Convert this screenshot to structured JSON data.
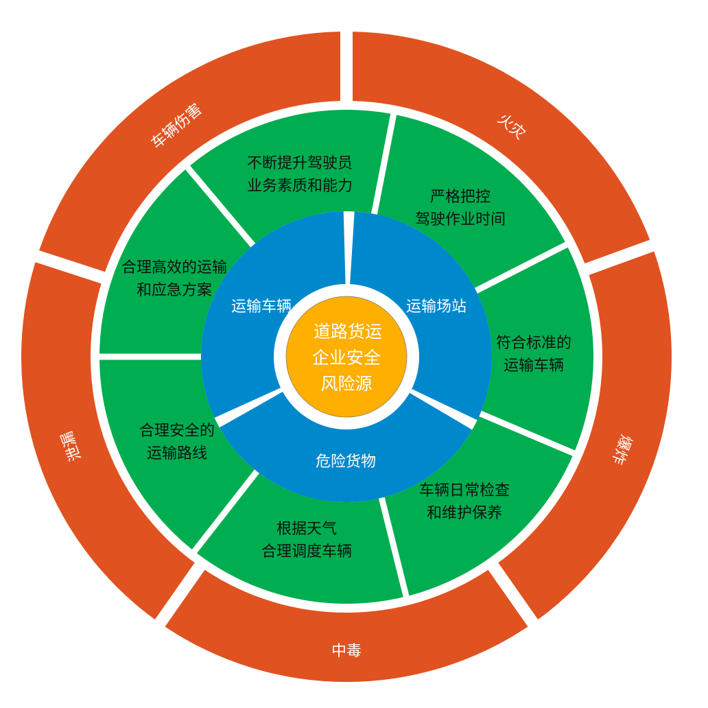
{
  "title": "道路货运企业安全风险源",
  "colors": {
    "outer_ring": "#E05220",
    "middle_ring": "#00AD50",
    "inner_ring": "#0088CC",
    "center": "#FFAF00",
    "gap": "#FFFFFF",
    "dark_text": "#111111",
    "light_text": "#FFFFFF"
  },
  "center": {
    "lines": [
      "道路货运",
      "企业安全",
      "风险源"
    ]
  },
  "inner_ring": {
    "segments": [
      {
        "label": "运输场站",
        "start": 1,
        "end": 118
      },
      {
        "label": "危险货物",
        "start": 118,
        "end": 243
      },
      {
        "label": "运输车辆",
        "start": 243,
        "end": 361
      }
    ]
  },
  "middle_ring": {
    "segments": [
      {
        "lines": [
          "不断提升驾驶员",
          "业务素质和能力"
        ],
        "start": -40,
        "end": 11
      },
      {
        "lines": [
          "严格把控",
          "驾驶作业时间"
        ],
        "start": 11,
        "end": 63
      },
      {
        "lines": [
          "符合标准的",
          "运输车辆"
        ],
        "start": 63,
        "end": 113
      },
      {
        "lines": [
          "车辆日常检查",
          "和维护保养"
        ],
        "start": 113,
        "end": 166
      },
      {
        "lines": [
          "根据天气",
          "合理调度车辆"
        ],
        "start": 166,
        "end": 218
      },
      {
        "lines": [
          "合理安全的",
          "运输路线"
        ],
        "start": 218,
        "end": 270
      },
      {
        "lines": [
          "合理高效的运输",
          "和应急方案"
        ],
        "start": 270,
        "end": 320
      }
    ]
  },
  "outer_ring": {
    "segments": [
      {
        "label": "火灾",
        "start": 0,
        "end": 70
      },
      {
        "label": "爆炸",
        "start": 70,
        "end": 145
      },
      {
        "label": "中毒",
        "start": 145,
        "end": 215
      },
      {
        "label": "泄漏",
        "start": 215,
        "end": 288
      },
      {
        "label": "车辆伤害",
        "start": 288,
        "end": 360
      }
    ]
  }
}
